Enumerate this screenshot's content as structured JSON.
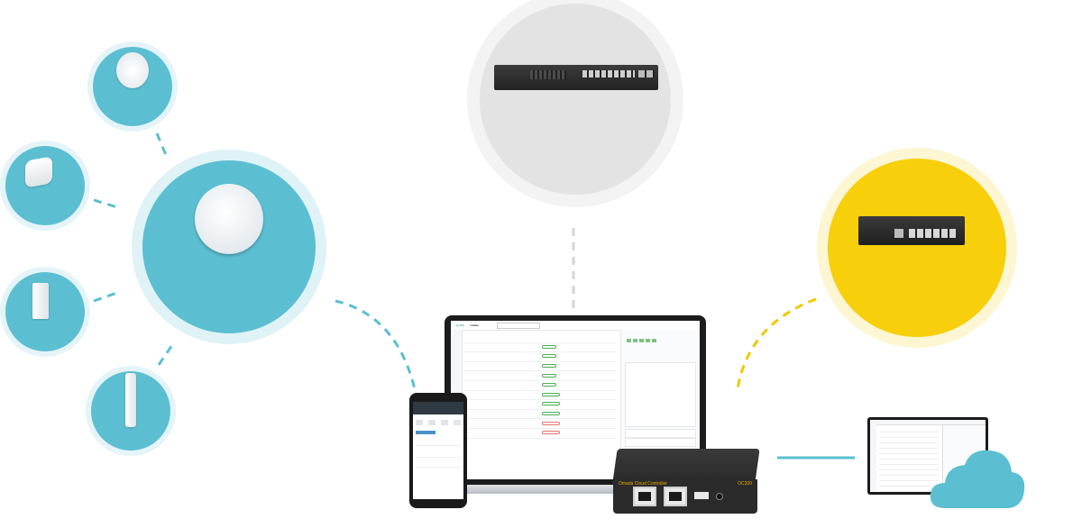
{
  "brand": {
    "tp_link": "tp-link",
    "omada": "omada",
    "controller_label": "Omada Cloud Controller",
    "model_badge": "OC200"
  },
  "colors": {
    "teal": "#5bbfd1",
    "teal_light": "#dff2f6",
    "yellow": "#f7cf0a",
    "yellow_light": "#fdf6d2",
    "gray": "#e3e3e3",
    "gray_light": "#f3f3f3",
    "status_green": "#4caf50"
  },
  "icons": [
    "ceiling-access-point-icon",
    "outdoor-access-point-icon",
    "wall-plate-access-point-icon",
    "network-switch-icon",
    "gateway-router-icon",
    "cloud-icon",
    "laptop-icon",
    "phone-icon",
    "hardware-controller-icon"
  ]
}
